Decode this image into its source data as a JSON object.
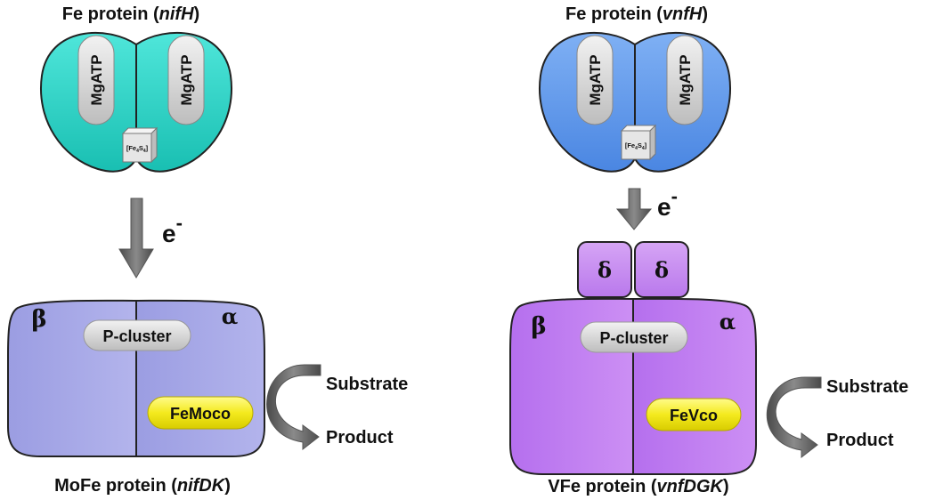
{
  "left": {
    "fe_title_prefix": "Fe protein (",
    "fe_gene": "nifH",
    "fe_title_suffix": ")",
    "atp_left": "MgATP",
    "atp_right": "MgATP",
    "cluster_fe": "[Fe",
    "cluster_sub1": "4",
    "cluster_s": "S",
    "cluster_sub2": "4",
    "cluster_close": "]",
    "electron": "e",
    "electron_sup": "-",
    "beta": "β",
    "alpha": "α",
    "p_cluster": "P-cluster",
    "cofactor": "FeMoco",
    "substrate": "Substrate",
    "product": "Product",
    "bottom_title_prefix": "MoFe protein (",
    "bottom_gene": "nifDK",
    "bottom_title_suffix": ")"
  },
  "right": {
    "fe_title_prefix": "Fe protein (",
    "fe_gene": "vnfH",
    "fe_title_suffix": ")",
    "atp_left": "MgATP",
    "atp_right": "MgATP",
    "cluster_fe": "[Fe",
    "cluster_sub1": "4",
    "cluster_s": "S",
    "cluster_sub2": "4",
    "cluster_close": "]",
    "electron": "e",
    "electron_sup": "-",
    "delta_left": "δ",
    "delta_right": "δ",
    "beta": "β",
    "alpha": "α",
    "p_cluster": "P-cluster",
    "cofactor": "FeVco",
    "substrate": "Substrate",
    "product": "Product",
    "bottom_title_prefix": "VFe protein (",
    "bottom_gene": "vnfDGK",
    "bottom_title_suffix": ")"
  },
  "colors": {
    "fe_protein_left": "#25d6c8",
    "fe_protein_right": "#5b96ec",
    "mofe_protein": "#a6a7e6",
    "vfe_protein": "#c27ff0",
    "cofactor": "#f7ee2a",
    "p_cluster": "#d9d9d9",
    "arrow": "#6b6b6b"
  }
}
